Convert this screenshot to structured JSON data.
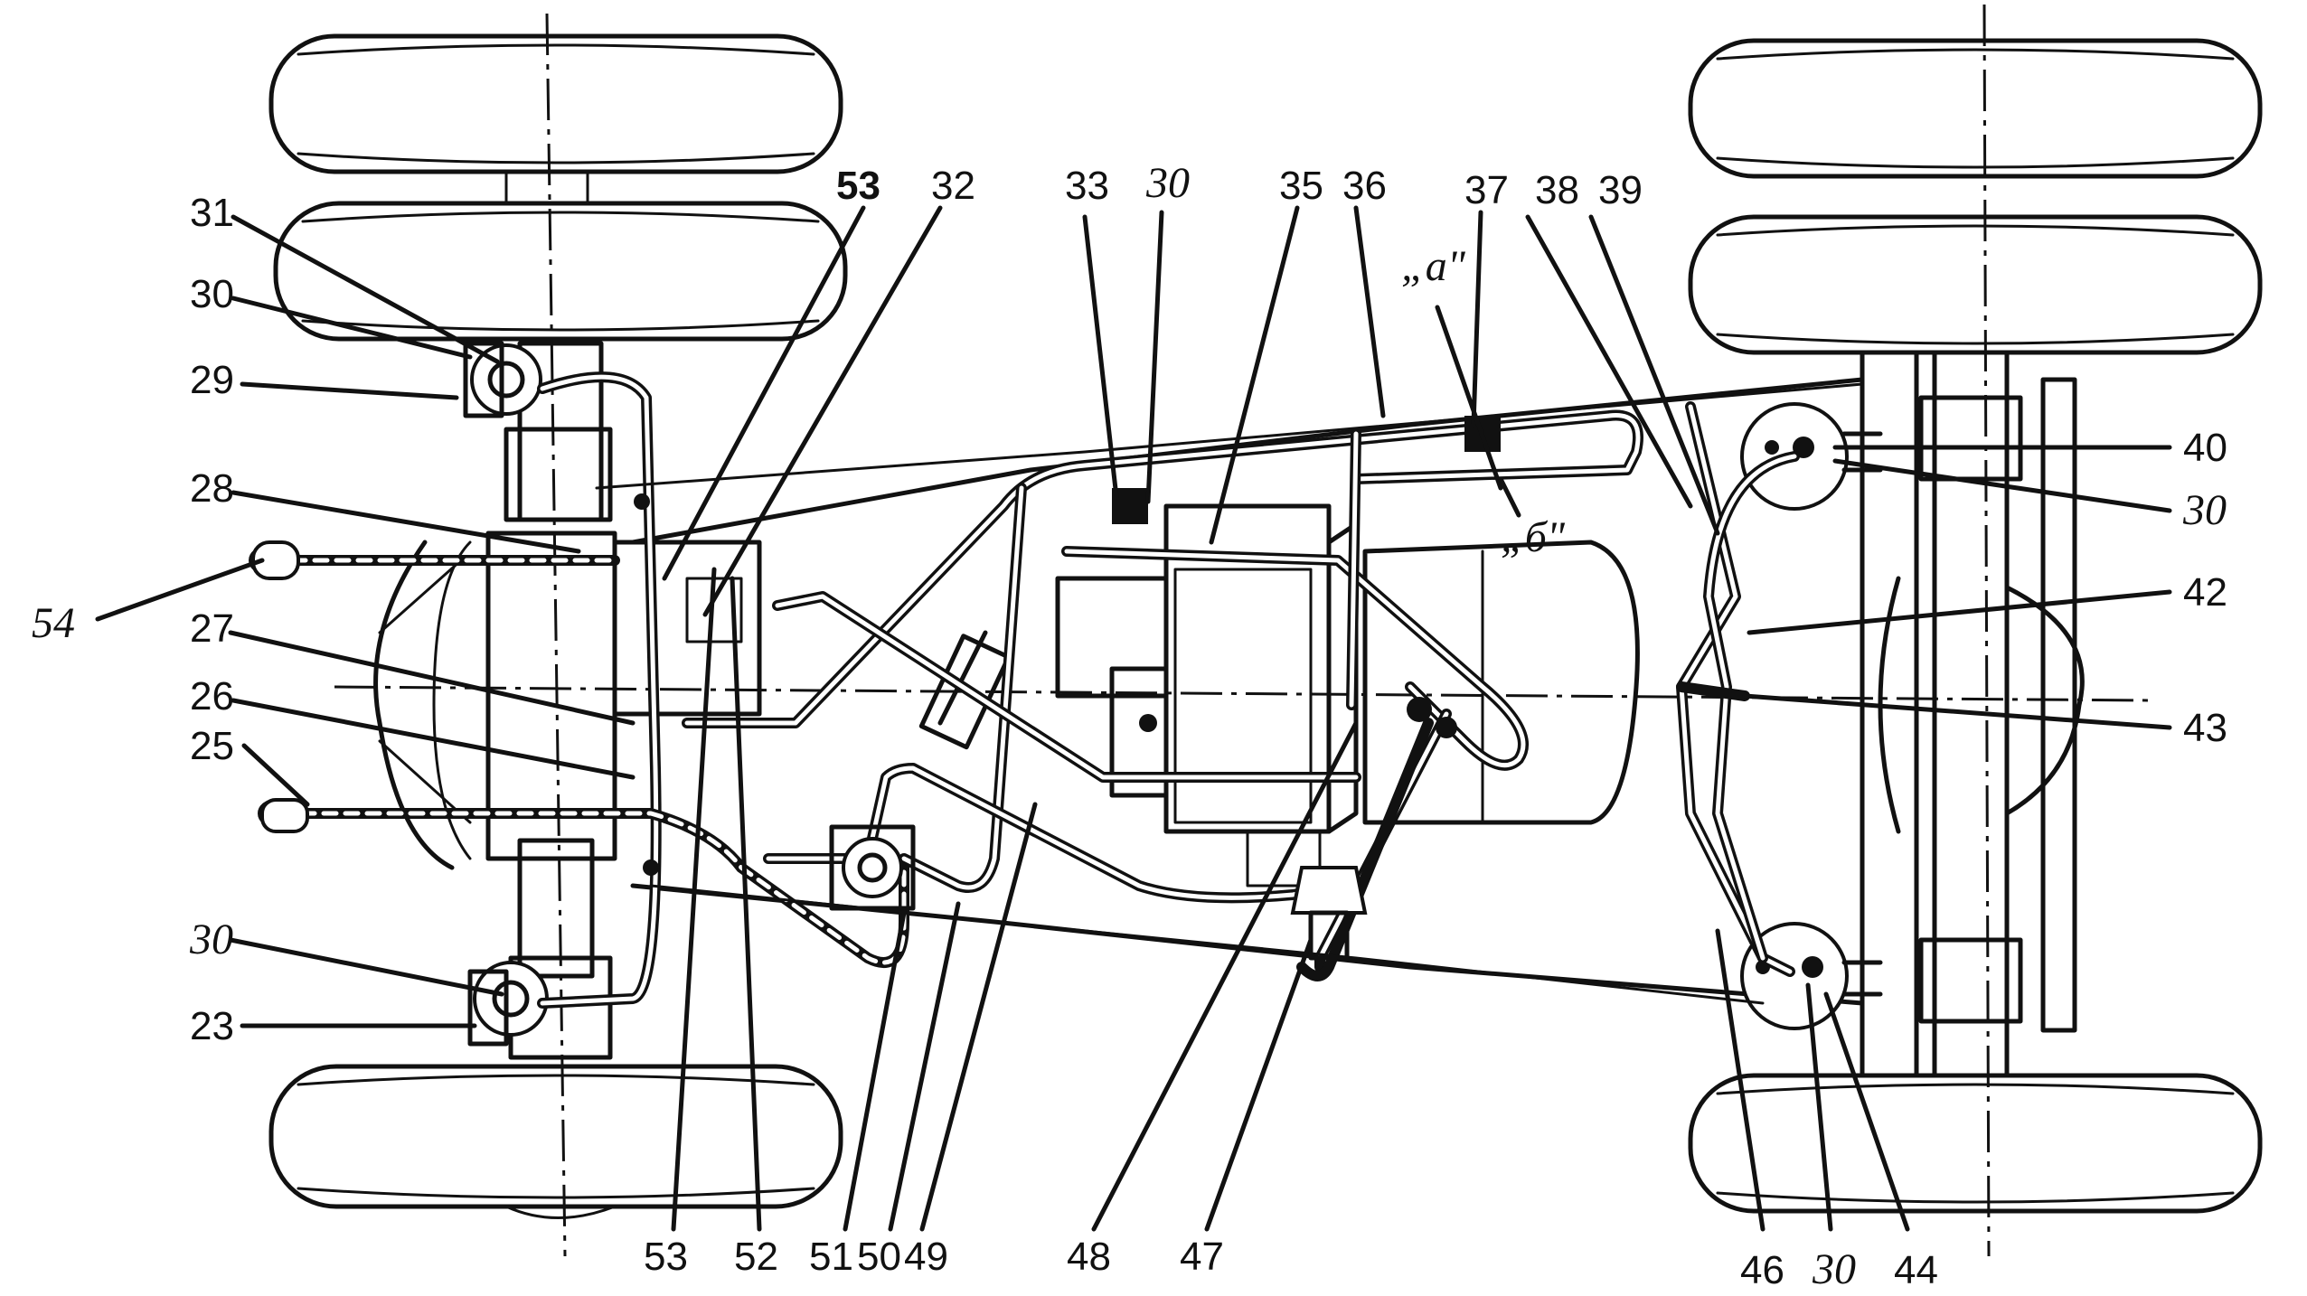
{
  "labels": {
    "l31": "31",
    "l30a": "30",
    "l29": "29",
    "l28": "28",
    "l54": "54",
    "l27": "27",
    "l26": "26",
    "l25": "25",
    "l30b": "30",
    "l23": "23",
    "l53top": "53",
    "l32": "32",
    "l33": "33",
    "l30c": "30",
    "l35": "35",
    "l36": "36",
    "l37": "37",
    "la": "„а\"",
    "l38": "38",
    "l39": "39",
    "lb": "„б\"",
    "l40": "40",
    "l30d": "30",
    "l42": "42",
    "l43": "43",
    "l53bot": "53",
    "l52": "52",
    "l51": "51",
    "l50": "50",
    "l49": "49",
    "l48": "48",
    "l47": "47",
    "l46": "46",
    "l30e": "30",
    "l44": "44"
  }
}
